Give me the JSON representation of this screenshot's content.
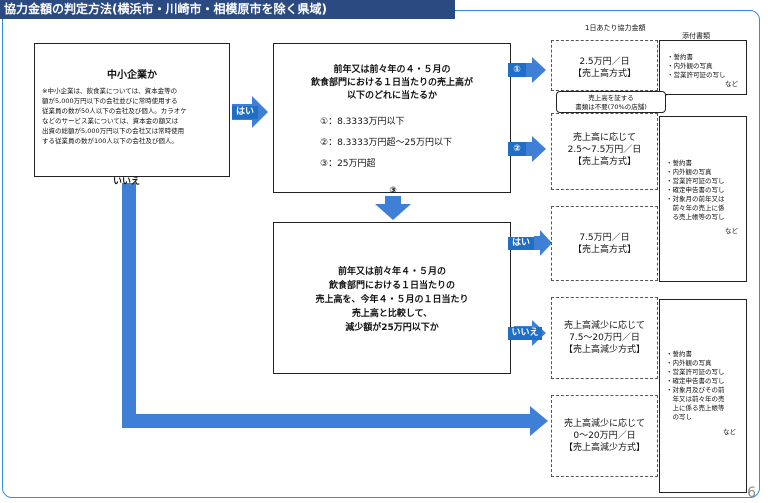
{
  "title": "協力金額の判定方法(横浜市・川崎市・相模原市を除く県域)",
  "header_per_day": "1日あたり協力金額",
  "header_docs": "添付書類",
  "sme_box": {
    "heading": "中小企業か",
    "note_lines": [
      "※中小企業は、飲食業については、資本金等の",
      "額が5,000万円以下の会社並びに常時使用する",
      "従業員の数が50人以下の会社及び個人。カラオケ",
      "などのサービス業については、資本金の額又は",
      "出資の総額が5,000万円以下の会社又は常時使用",
      "する従業員の数が100人以下の会社及び個人。"
    ]
  },
  "label_yes": "はい",
  "label_no": "いいえ",
  "question1": {
    "lines": [
      "前年又は前々年の４・５月の",
      "飲食部門における１日当たりの売上高が",
      "以下のどれに当たるか"
    ],
    "options": [
      "①：8.3333万円以下",
      "②：8.3333万円超～25万円以下",
      "③：25万円超"
    ]
  },
  "question2": {
    "lines": [
      "前年又は前々年４・５月の",
      "飲食部門における１日当たりの",
      "売上高を、今年４・５月の１日当たり",
      "売上高と比較して、",
      "減少額が25万円以下か"
    ]
  },
  "markers": {
    "one": "①",
    "two": "②",
    "three": "③"
  },
  "results": [
    {
      "lines": [
        "2.5万円／日",
        "【売上高方式】"
      ]
    },
    {
      "lines": [
        "売上高に応じて",
        "2.5～7.5万円／日",
        "【売上高方式】"
      ]
    },
    {
      "lines": [
        "7.5万円／日",
        "【売上高方式】"
      ]
    },
    {
      "lines": [
        "売上高減少に応じて",
        "7.5～20万円／日",
        "【売上高減少方式】"
      ]
    },
    {
      "lines": [
        "売上高減少に応じて",
        "0～20万円／日",
        "【売上高減少方式】"
      ]
    }
  ],
  "callout": {
    "lines": [
      "売上高を証する",
      "書類は不要(70%の店舗)"
    ]
  },
  "docs": [
    {
      "items": [
        "・誓約書",
        "・内外観の写真",
        "・営業許可証の写し"
      ],
      "tail": "など"
    },
    {
      "items": [
        "・誓約書",
        "・内外観の写真",
        "・営業許可証の写し",
        "・確定申告書の写し",
        "・対象月の前年又は",
        "　前々年の売上に係",
        "　る売上帳等の写し"
      ],
      "tail": "など"
    },
    {
      "items": [
        "・誓約書",
        "・内外観の写真",
        "・営業許可証の写し",
        "・確定申告書の写し",
        "・対象月及びその前",
        "　年又は前々年の売",
        "　上に係る売上帳等",
        "　の写し"
      ],
      "tail": "など"
    }
  ],
  "page_number": "6",
  "colors": {
    "accent": "#2f8fe0",
    "banner": "#2b4a82",
    "arrow": "#3f7fd6"
  }
}
